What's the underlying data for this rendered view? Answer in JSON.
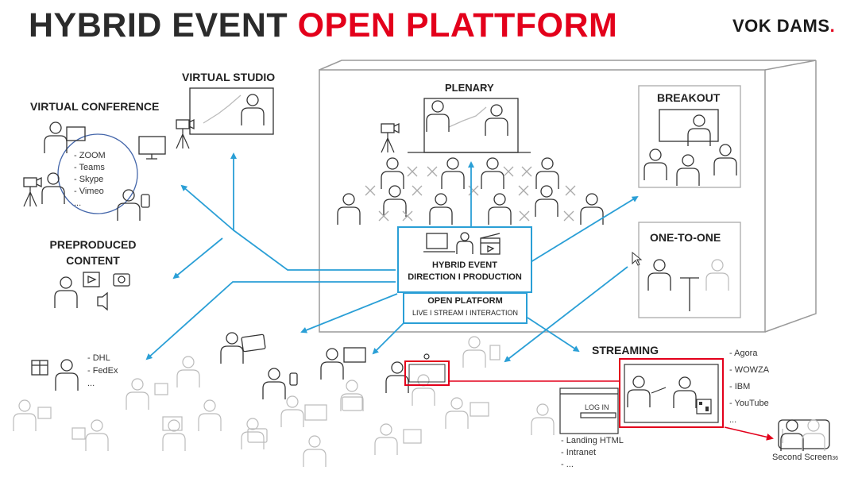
{
  "header": {
    "title_part1": "HYBRID EVENT",
    "title_part2": "OPEN PLATTFORM",
    "logo_text": "VOK DAMS",
    "logo_dot": ".",
    "page_number": "36"
  },
  "colors": {
    "accent_red": "#e3001b",
    "arrow_blue": "#2a9fd6",
    "line_gray": "#9a9a9a"
  },
  "labels": {
    "virtual_studio": "VIRTUAL STUDIO",
    "virtual_conference": "VIRTUAL CONFERENCE",
    "preproduced_line1": "PREPRODUCED",
    "preproduced_line2": "CONTENT",
    "plenary": "PLENARY",
    "breakout": "BREAKOUT",
    "one_to_one": "ONE-TO-ONE",
    "streaming": "STREAMING",
    "second_screen": "Second Screen"
  },
  "conference_tools": [
    "- ZOOM",
    "- Teams",
    "- Skype",
    "- Vimeo",
    "..."
  ],
  "delivery_list": [
    "- DHL",
    "- FedEx",
    "..."
  ],
  "streaming_providers": [
    "- Agora",
    "- WOWZA",
    "- IBM",
    "- YouTube",
    "..."
  ],
  "landing_list": [
    "- Landing HTML",
    "- Intranet",
    "- ..."
  ],
  "login_label": "LOG IN",
  "center": {
    "direction_line1": "HYBRID EVENT",
    "direction_line2": "DIRECTION I PRODUCTION",
    "platform_line1": "OPEN PLATFORM",
    "platform_line2": "LIVE I STREAM I INTERACTION"
  }
}
